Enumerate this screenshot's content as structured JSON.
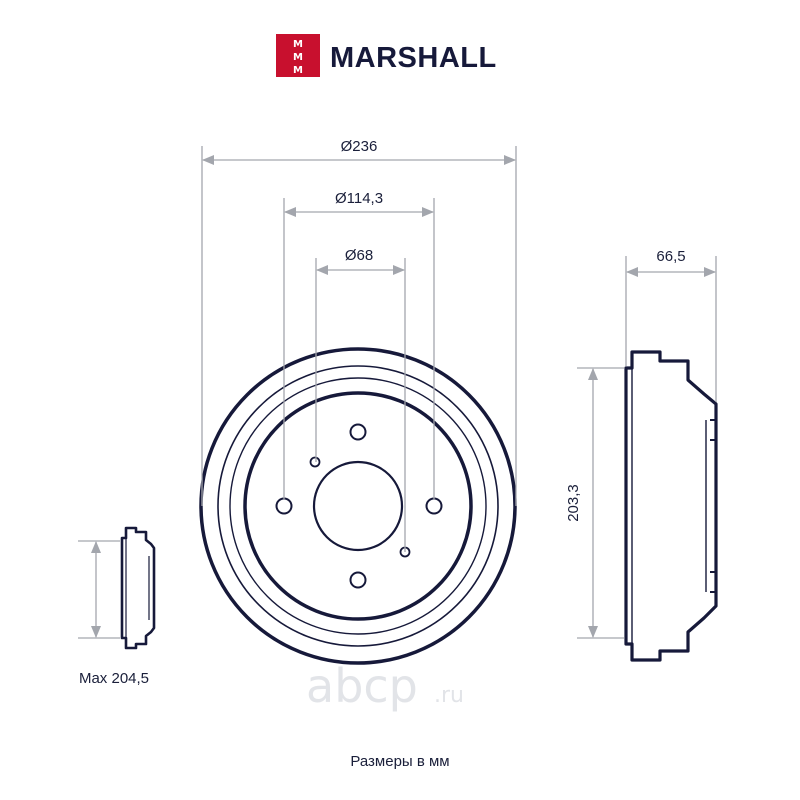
{
  "brand": {
    "logo_letters": [
      "M",
      "M",
      "M"
    ],
    "name": "MARSHALL",
    "logo_color": "#c8102e",
    "text_color": "#16193a"
  },
  "dimensions": {
    "outer_diameter": "Ø236",
    "bolt_circle": "Ø114,3",
    "center_bore": "Ø68",
    "height": "66,5",
    "inner_diameter": "203,3",
    "max_diameter": "Max 204,5"
  },
  "watermark": {
    "main": "abcp",
    "suffix": ".ru"
  },
  "caption": "Размеры в мм"
}
